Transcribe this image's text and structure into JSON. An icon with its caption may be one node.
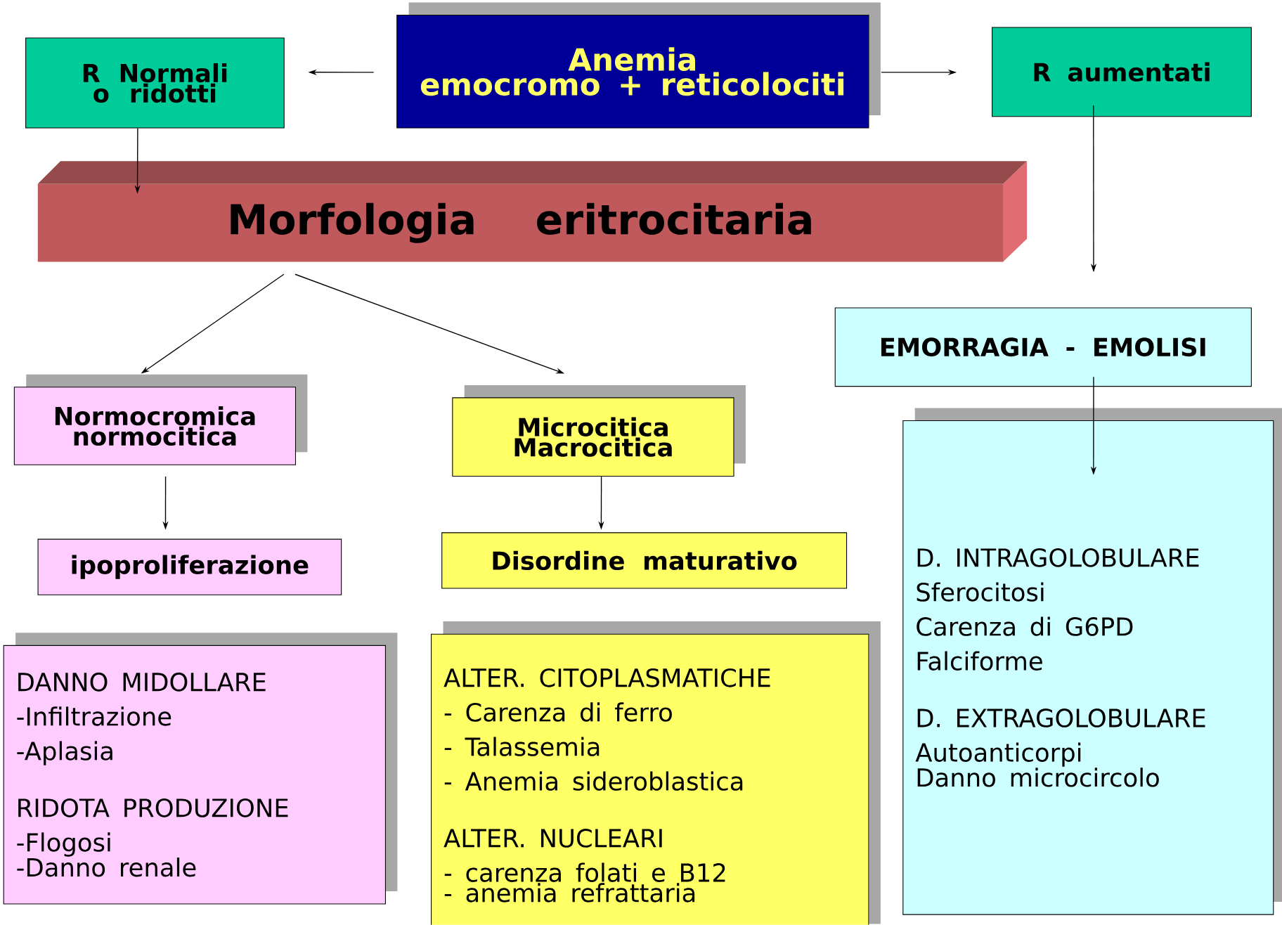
{
  "diagram": {
    "nodes": [
      {
        "text": [
          "Anemia",
          "emocromo + reticolociti"
        ]
      },
      {
        "text": [
          "R Normali o ridotti"
        ]
      },
      {
        "text": [
          "R aumentati"
        ]
      },
      {
        "text": [
          "Morfologia eritrocitaria"
        ]
      },
      {
        "text": [
          "EMORRAGIA - EMOLISI"
        ]
      },
      {
        "text": [
          "Normocromica normocitica"
        ]
      },
      {
        "text": [
          "Microcitica Macrocitica"
        ]
      },
      {
        "text": [
          "ipoproliferazione"
        ]
      },
      {
        "text": [
          "Disordine maturativo"
        ]
      },
      {
        "text": [
          "DANNO MIDOLLARE",
          "-Infiltrazione",
          "-Aplasia",
          "RIDOTA PRODUZIONE",
          "-Flogosi",
          "-Danno renale"
        ]
      },
      {
        "text": [
          "ALTER. CITOPLASMATICHE",
          "- Carenza di ferro",
          "- Talassemia",
          "- Anemia sideroblastica",
          "ALTER. NUCLEARI",
          "- carenza folati e B12",
          "- anemia refrattaria"
        ]
      },
      {
        "text": [
          "D. INTRAGOLOBULARE",
          "Sferocitosi",
          "Carenza di G6PD",
          "Falciforme",
          "D. EXTRAGOLOBULARE",
          "Autoanticorpi",
          "Danno microcircolo"
        ]
      }
    ],
    "edges": [
      {
        "from": 0,
        "to": 1,
        "arrow": "to"
      },
      {
        "from": 0,
        "to": 2,
        "arrow": "to"
      },
      {
        "from": 1,
        "to": 3,
        "arrow": "to"
      },
      {
        "from": 2,
        "to": 4,
        "arrow": "to"
      },
      {
        "from": 3,
        "to": 5,
        "arrow": "to"
      },
      {
        "from": 3,
        "to": 6,
        "arrow": "to"
      },
      {
        "from": 5,
        "to": 7,
        "arrow": "to"
      },
      {
        "from": 6,
        "to": 8,
        "arrow": "to"
      },
      {
        "from": 4,
        "to": 11,
        "arrow": "to"
      }
    ]
  }
}
